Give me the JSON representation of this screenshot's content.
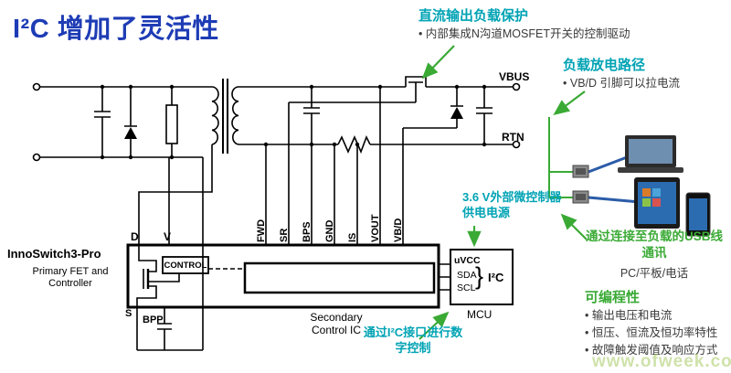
{
  "title": "I²C 增加了灵活性",
  "callouts": {
    "dc_protect_heading": "直流输出负载保护",
    "dc_protect_bullet": "内部集成N沟道MOSFET开关的控制驱动",
    "discharge_heading": "负载放电路径",
    "discharge_bullet": "VB/D 引脚可以拉电流",
    "mcu_power": "3.6 V外部微控制器供电电源",
    "i2c_control": "通过I²C接口进行数字控制",
    "usb_heading": "通过连接至负载的USB线通讯",
    "usb_sub": "PC/平板/电话",
    "prog_heading": "可编程性",
    "prog_bullets": [
      "输出电压和电流",
      "恒压、恒流及恒功率特性",
      "故障触发阈值及响应方式"
    ]
  },
  "schematic": {
    "vbus": "VBUS",
    "rtn": "RTN",
    "pin_d": "D",
    "pin_v": "V",
    "pin_s": "S",
    "pin_bpp": "BPP",
    "pins_top": [
      "FWD",
      "SR",
      "BPS",
      "GND",
      "IS",
      "VOUT",
      "VB/D"
    ],
    "control": "CONTROL",
    "part_name": "InnoSwitch3-Pro",
    "primary_label": "Primary FET and Controller",
    "secondary_label": "Secondary Control IC",
    "mcu_pins": [
      "uVCC",
      "SDA",
      "SCL"
    ],
    "brace": "}",
    "i2c": "I²C",
    "mcu": "MCU"
  },
  "watermark": "www.ofweek.com",
  "colors": {
    "title_blue": "#1e3cb5",
    "teal": "#00a3b4",
    "green": "#3aaa35",
    "wire": "#000000",
    "cable_blue": "#2b5ca8"
  }
}
